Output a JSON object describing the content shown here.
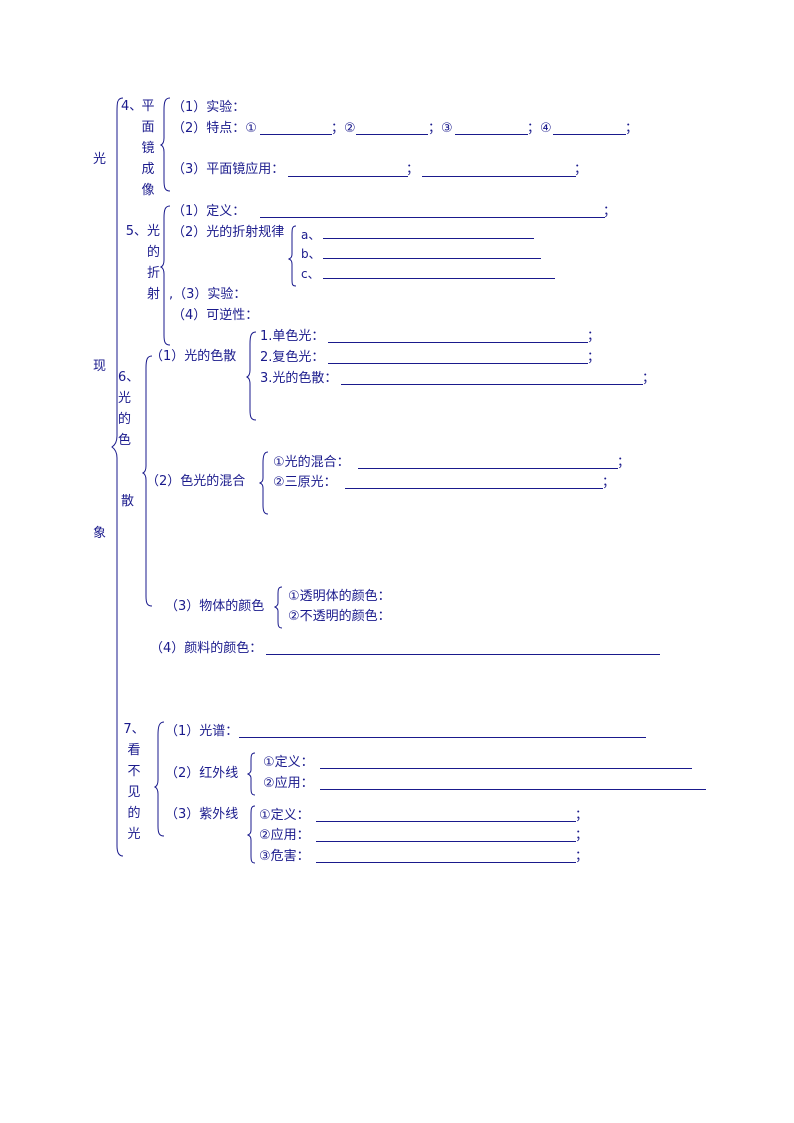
{
  "root": {
    "chars": [
      "光",
      "现",
      "象"
    ]
  },
  "s4": {
    "title_num": "4、",
    "title_chars": [
      "平",
      "面",
      "镜",
      "成",
      "像"
    ],
    "items": {
      "experiment": "（1）实验：",
      "features": "（2）特点：①",
      "sep2": "；②",
      "sep3": "；③",
      "sep4": "；④",
      "end": "；",
      "apply": "（3）平面镜应用：",
      "apply_sep": "；",
      "apply_end": "；"
    }
  },
  "s5": {
    "title_chars": [
      "5、光",
      "的",
      "折",
      "射"
    ],
    "items": {
      "def": "（1）定义：",
      "def_end": "；",
      "law": "（2）光的折射规律",
      "law_a": "a、",
      "law_b": "b、",
      "law_c": "c、",
      "exp": ",（3）实验：",
      "rev": "（4）可逆性："
    }
  },
  "s6": {
    "title_chars": [
      "6、",
      "光",
      "的",
      "色"
    ],
    "title_tail": "散",
    "disp": {
      "label": "（1）光的色散",
      "mono": "1.单色光：",
      "mono_end": "；",
      "poly": "2.复色光：",
      "poly_end": "；",
      "disp3": "3.光的色散：",
      "disp3_end": "；"
    },
    "mix": {
      "label": "（2）色光的混合",
      "mix1": "①光的混合：",
      "mix1_end": "；",
      "mix2": "②三原光：",
      "mix2_end": "；"
    },
    "obj": {
      "label": "（3）物体的颜色",
      "transparent": "①透明体的颜色：",
      "opaque": "②不透明的颜色："
    },
    "pigment": {
      "label": "（4）颜料的颜色："
    }
  },
  "s7": {
    "title_chars": [
      "7、",
      "看",
      "不",
      "见",
      "的",
      "光"
    ],
    "spectrum": "（1）光谱：",
    "ir": {
      "label": "（2）红外线",
      "def": "①定义：",
      "app": "②应用："
    },
    "uv": {
      "label": "（3）紫外线",
      "def": "①定义：",
      "def_end": "；",
      "app": "②应用：",
      "app_end": "；",
      "harm": "③危害：",
      "harm_end": "；"
    }
  }
}
